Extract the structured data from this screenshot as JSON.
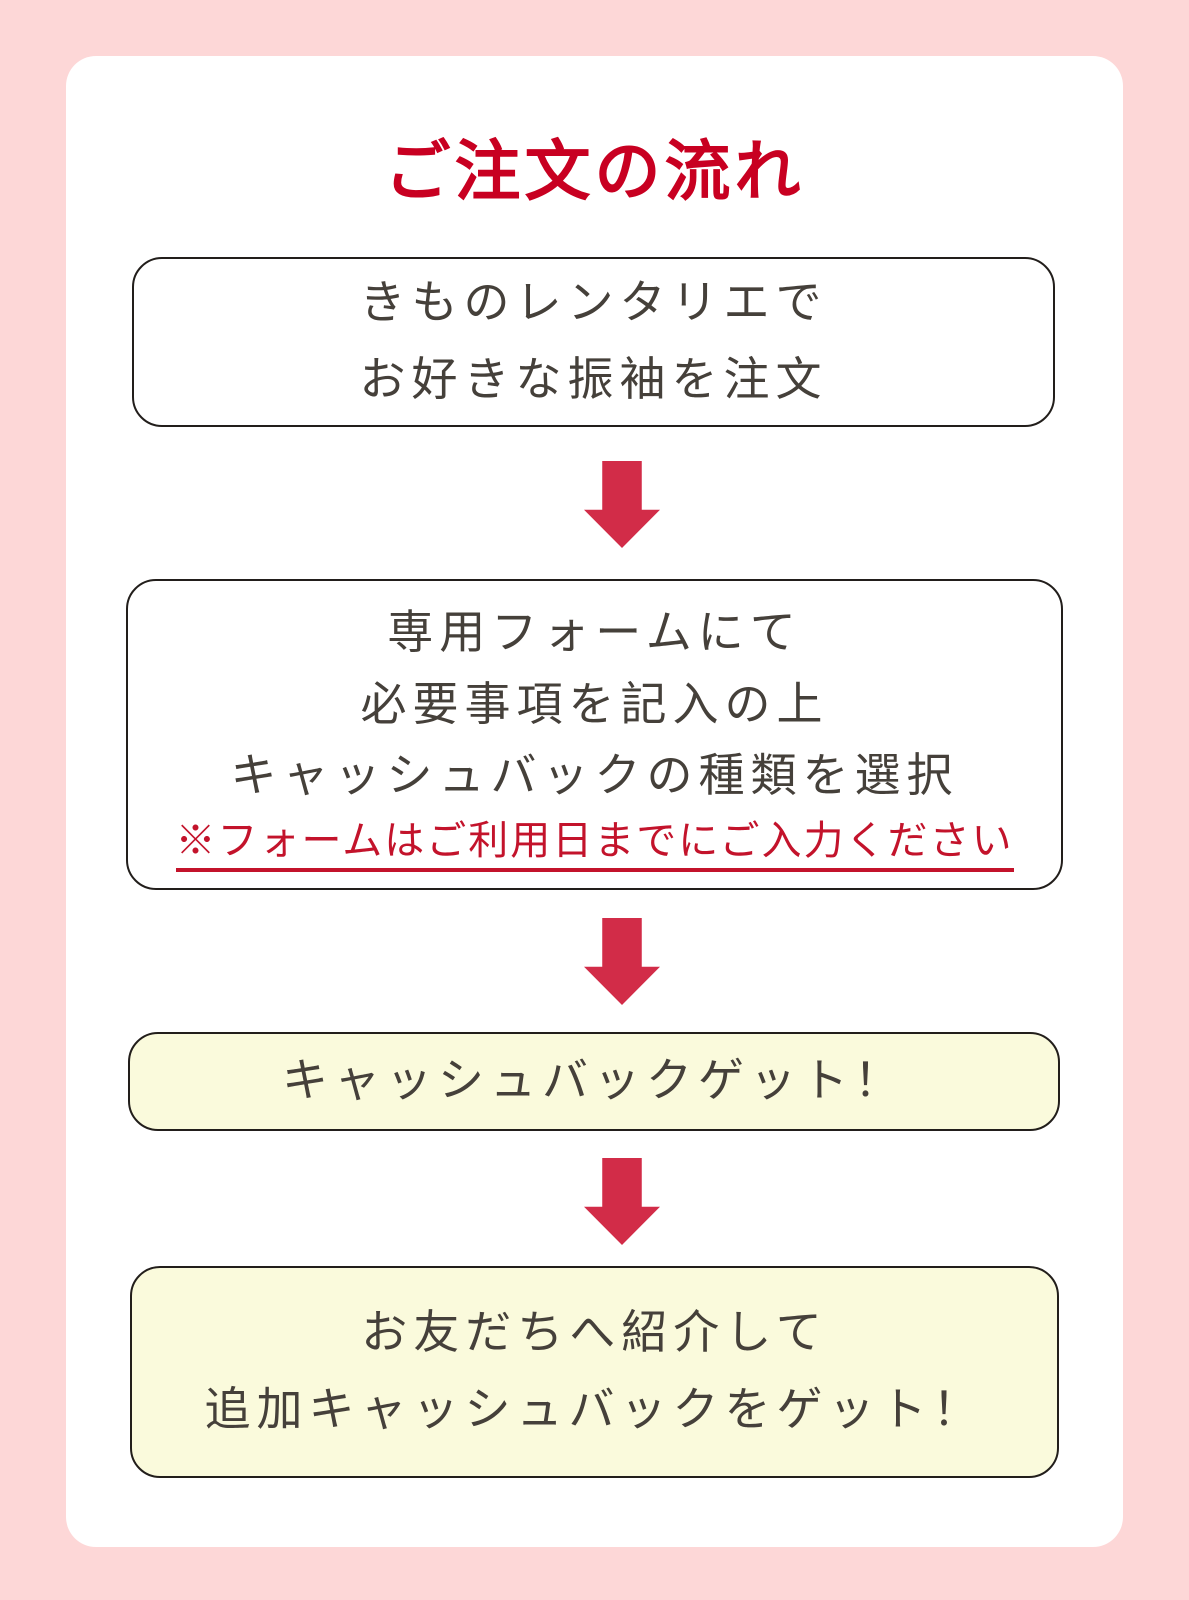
{
  "title": "ご注文の流れ",
  "colors": {
    "page_background": "#FDD7D7",
    "card_background": "#FFFFFF",
    "title_red": "#C80021",
    "arrow_red": "#D22C48",
    "note_red": "#C3132B",
    "box_text": "#45403A",
    "box_border": "#221E1B",
    "highlight_yellow": "#FAFADC"
  },
  "steps": [
    {
      "id": 1,
      "type": "plain",
      "lines": [
        "きものレンタリエで",
        "お好きな振袖を注文"
      ]
    },
    {
      "id": 2,
      "type": "plain",
      "lines": [
        "専用フォームにて",
        "必要事項を記入の上",
        "キャッシュバックの種類を選択"
      ],
      "note": "※フォームはご利用日までにご入力ください"
    },
    {
      "id": 3,
      "type": "highlight",
      "lines": [
        "キャッシュバックゲット！"
      ]
    },
    {
      "id": 4,
      "type": "highlight",
      "lines": [
        "お友だちへ紹介して",
        "追加キャッシュバックをゲット！"
      ]
    }
  ],
  "arrows": {
    "icon": "down-arrow",
    "count": 3
  }
}
